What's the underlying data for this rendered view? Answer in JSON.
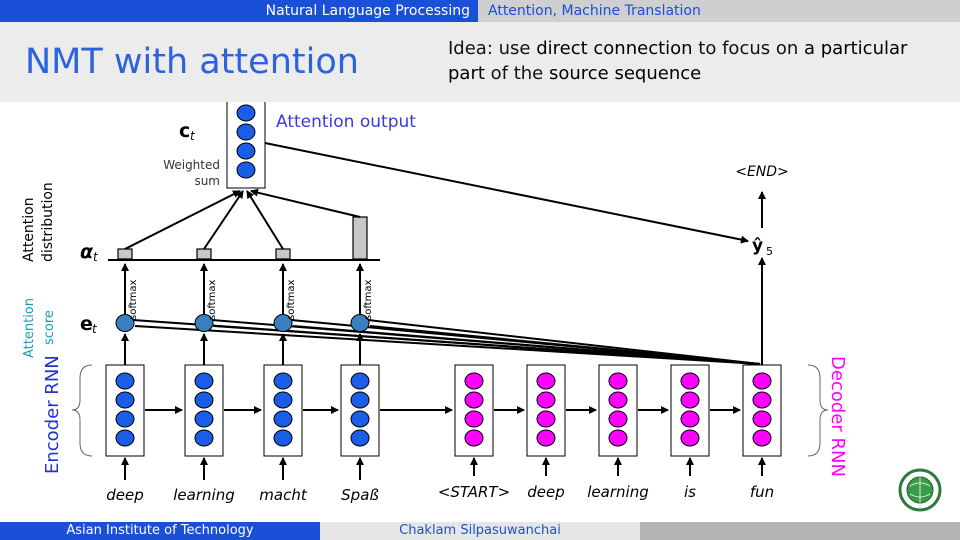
{
  "topbar": {
    "course": "Natural Language Processing",
    "topic": "Attention, Machine Translation"
  },
  "header": {
    "title": "NMT with attention",
    "idea_parts": [
      {
        "t": "Idea: use ",
        "bold": false
      },
      {
        "t": "direct connection",
        "bold": true
      },
      {
        "t": " to focus on ",
        "bold": false
      },
      {
        "t": "a particular part",
        "bold": true
      },
      {
        "t": " of the ",
        "bold": false
      },
      {
        "t": "source sequence",
        "bold": true
      }
    ]
  },
  "diagram": {
    "attention_output_label": "Attention output",
    "weighted_sum_label": [
      "Weighted",
      "sum"
    ],
    "ct_label": "c",
    "ct_sub": "t",
    "alpha_label": "α",
    "alpha_sub": "t",
    "e_label": "e",
    "e_sub": "t",
    "attention_distribution_label": [
      "Attention",
      "distribution"
    ],
    "attention_score_label": [
      "Attention",
      "score"
    ],
    "softmax_label": "softmax",
    "encoder_label": "Encoder RNN",
    "decoder_label": "Decoder RNN",
    "end_token": "<END>",
    "y_label": "ŷ",
    "y_sub": "5",
    "encoder_words": [
      "deep",
      "learning",
      "macht",
      "Spaß"
    ],
    "decoder_words": [
      "<START>",
      "deep",
      "learning",
      "is",
      "fun"
    ],
    "attention_weights": [
      0.12,
      0.12,
      0.12,
      0.6
    ],
    "colors": {
      "encoder": "#1a5ee8",
      "decoder": "#ff00ff",
      "score": "#3a7fc0",
      "title": "#2a63dd",
      "attn_output_text": "#3a3adb"
    }
  },
  "footer": {
    "institution": "Asian Institute of Technology",
    "author": "Chaklam Silpasuwanchai"
  }
}
